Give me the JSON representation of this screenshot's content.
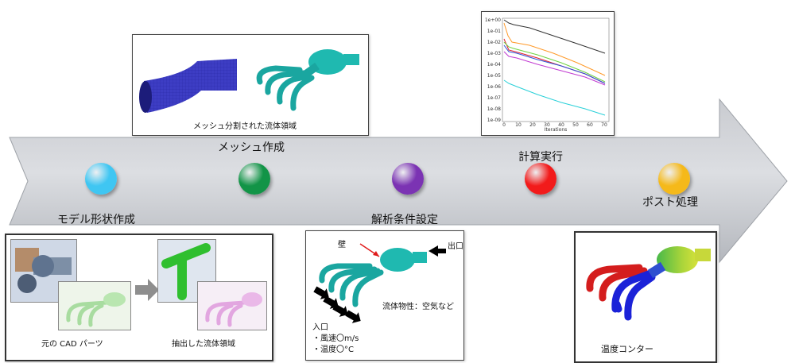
{
  "steps": [
    {
      "label": "モデル形状作成",
      "color": "#3fc6f2"
    },
    {
      "label": "メッシュ作成",
      "color": "#129447"
    },
    {
      "label": "解析条件設定",
      "color": "#7b33b3"
    },
    {
      "label": "計算実行",
      "color": "#f21b1b"
    },
    {
      "label": "ポスト処理",
      "color": "#f5b91a"
    }
  ],
  "mesh_panel": {
    "caption": "メッシュ分割された流体領域"
  },
  "model_panel": {
    "caption_left": "元の CAD パーツ",
    "caption_right": "抽出した流体領域"
  },
  "bc_panel": {
    "wall": "壁",
    "outlet": "出口",
    "fluid": "流体物性：空気など",
    "inlet": "入口",
    "velocity": "・風速〇m/s",
    "temperature": "・温度〇°C"
  },
  "residual_chart": {
    "xlabel": "Iterations",
    "xticks": [
      "0",
      "10",
      "20",
      "30",
      "40",
      "50",
      "60",
      "70"
    ],
    "yticks": [
      "1e+00",
      "1e-01",
      "1e-02",
      "1e-03",
      "1e-04",
      "1e-05",
      "1e-06",
      "1e-07",
      "1e-08",
      "1e-09"
    ]
  },
  "post_panel": {
    "caption": "温度コンター"
  }
}
